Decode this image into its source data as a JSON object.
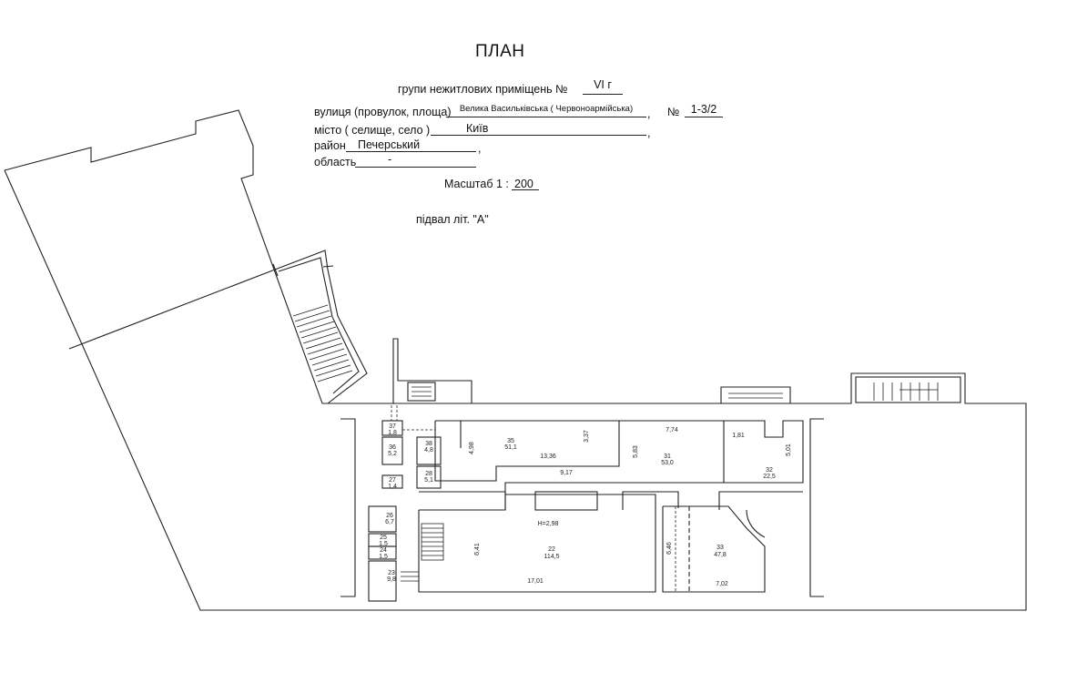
{
  "title": "ПЛАН",
  "group_label": "групи нежитлових приміщень №",
  "group_no": "VI г",
  "street_label": "вулиця (провулок, площа)",
  "street_value": "Велика Васильківська ( Червоноармійська)",
  "street_comma": ",",
  "no_sign": "№",
  "house_no": "1-3/2",
  "city_label": "місто ( селище, село )",
  "city_value": "Київ",
  "city_comma": ",",
  "district_label": "район",
  "district_value": "Печерський",
  "district_comma": ",",
  "region_label": "область",
  "region_value": "-",
  "scale_label": "Масштаб  1 :",
  "scale_value": "200",
  "level_label": "підвал літ. \"А\"",
  "rooms": [
    {
      "no": "37",
      "area": "1,8"
    },
    {
      "no": "36",
      "area": "5,2"
    },
    {
      "no": "38",
      "area": "4,8"
    },
    {
      "no": "35",
      "area": "51,1"
    },
    {
      "no": "31",
      "area": "53,0"
    },
    {
      "no": "32",
      "area": "22,5"
    },
    {
      "no": "28",
      "area": "5,1"
    },
    {
      "no": "27",
      "area": "1,4"
    },
    {
      "no": "26",
      "area": "6,7"
    },
    {
      "no": "25",
      "area": "1,5"
    },
    {
      "no": "24",
      "area": "1,5"
    },
    {
      "no": "23",
      "area": "9,8"
    },
    {
      "no": "22",
      "area": "114,5"
    },
    {
      "no": "33",
      "area": "47,8"
    }
  ],
  "dimensions": [
    "4,98",
    "13,36",
    "3,37",
    "9,17",
    "7,74",
    "5,83",
    "1,81",
    "5,01",
    "H=2,98",
    "6,41",
    "17,01",
    "6,46",
    "7,02"
  ]
}
